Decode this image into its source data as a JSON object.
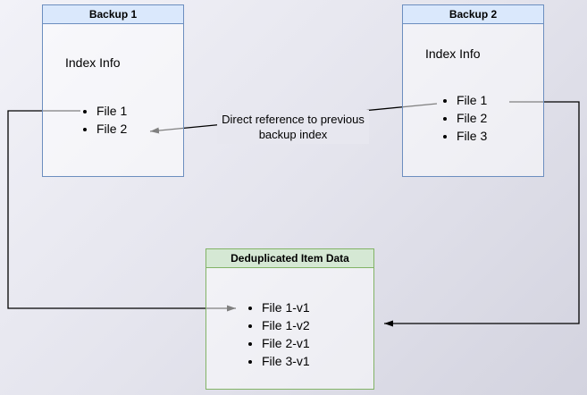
{
  "diagram": {
    "backup1": {
      "title": "Backup 1",
      "body_label": "Index Info",
      "items": [
        "File 1",
        "File 2"
      ]
    },
    "backup2": {
      "title": "Backup 2",
      "body_label": "Index Info",
      "items": [
        "File 1",
        "File 2",
        "File 3"
      ]
    },
    "dedup": {
      "title": "Deduplicated Item Data",
      "items": [
        "File 1-v1",
        "File 1-v2",
        "File 2-v1",
        "File 3-v1"
      ]
    },
    "edge_label": "Direct reference to previous backup index",
    "colors": {
      "blue_border": "#6c8ebf",
      "blue_fill": "#dae8fc",
      "green_border": "#82b366",
      "green_fill": "#d5e8d4",
      "arrow": "#000000"
    }
  }
}
